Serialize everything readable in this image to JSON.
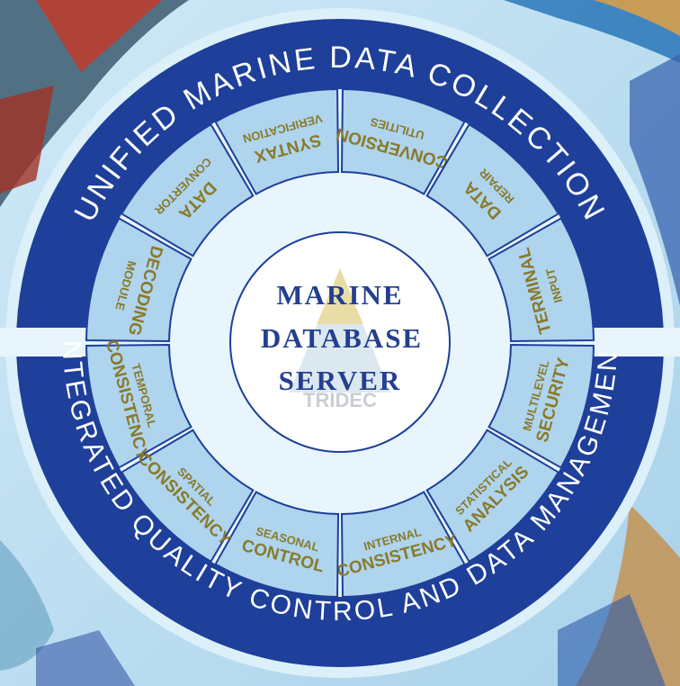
{
  "outer_top_label": "UNIFIED MARINE DATA COLLECTION",
  "outer_bottom_label": "INTEGRATED QUALITY CONTROL AND DATA MANAGEMENT",
  "center": {
    "lines": [
      "MARINE",
      "DATABASE",
      "SERVER"
    ],
    "logo_text": "TRIDEC"
  },
  "top_modules": [
    {
      "main": "DECODING",
      "sub": "MODULE"
    },
    {
      "main": "DATA",
      "sub": "CONVERTOR"
    },
    {
      "main": "SYNTAX",
      "sub": "VERIFICATION"
    },
    {
      "main": "CONVERSION",
      "sub": "UTILITIES"
    },
    {
      "main": "DATA",
      "sub": "REPAIR"
    },
    {
      "main": "TERMINAL",
      "sub": "INPUT"
    }
  ],
  "bottom_modules": [
    {
      "main": "CONSISTENCY",
      "sub": "TEMPORAL"
    },
    {
      "main": "CONSISTENCY",
      "sub": "SPATIAL"
    },
    {
      "main": "CONTROL",
      "sub": "SEASONAL"
    },
    {
      "main": "CONSISTENCY",
      "sub": "INTERNAL"
    },
    {
      "main": "ANALYSIS",
      "sub": "STATISTICAL"
    },
    {
      "main": "SECURITY",
      "sub": "MULTILEVEL"
    }
  ],
  "colors": {
    "ring_blue": "#1e3f9a",
    "segment_fill": "#aed4ee",
    "segment_text": "#8a7a2a",
    "center_text": "#243f8f",
    "background": "#b9ddf0"
  }
}
